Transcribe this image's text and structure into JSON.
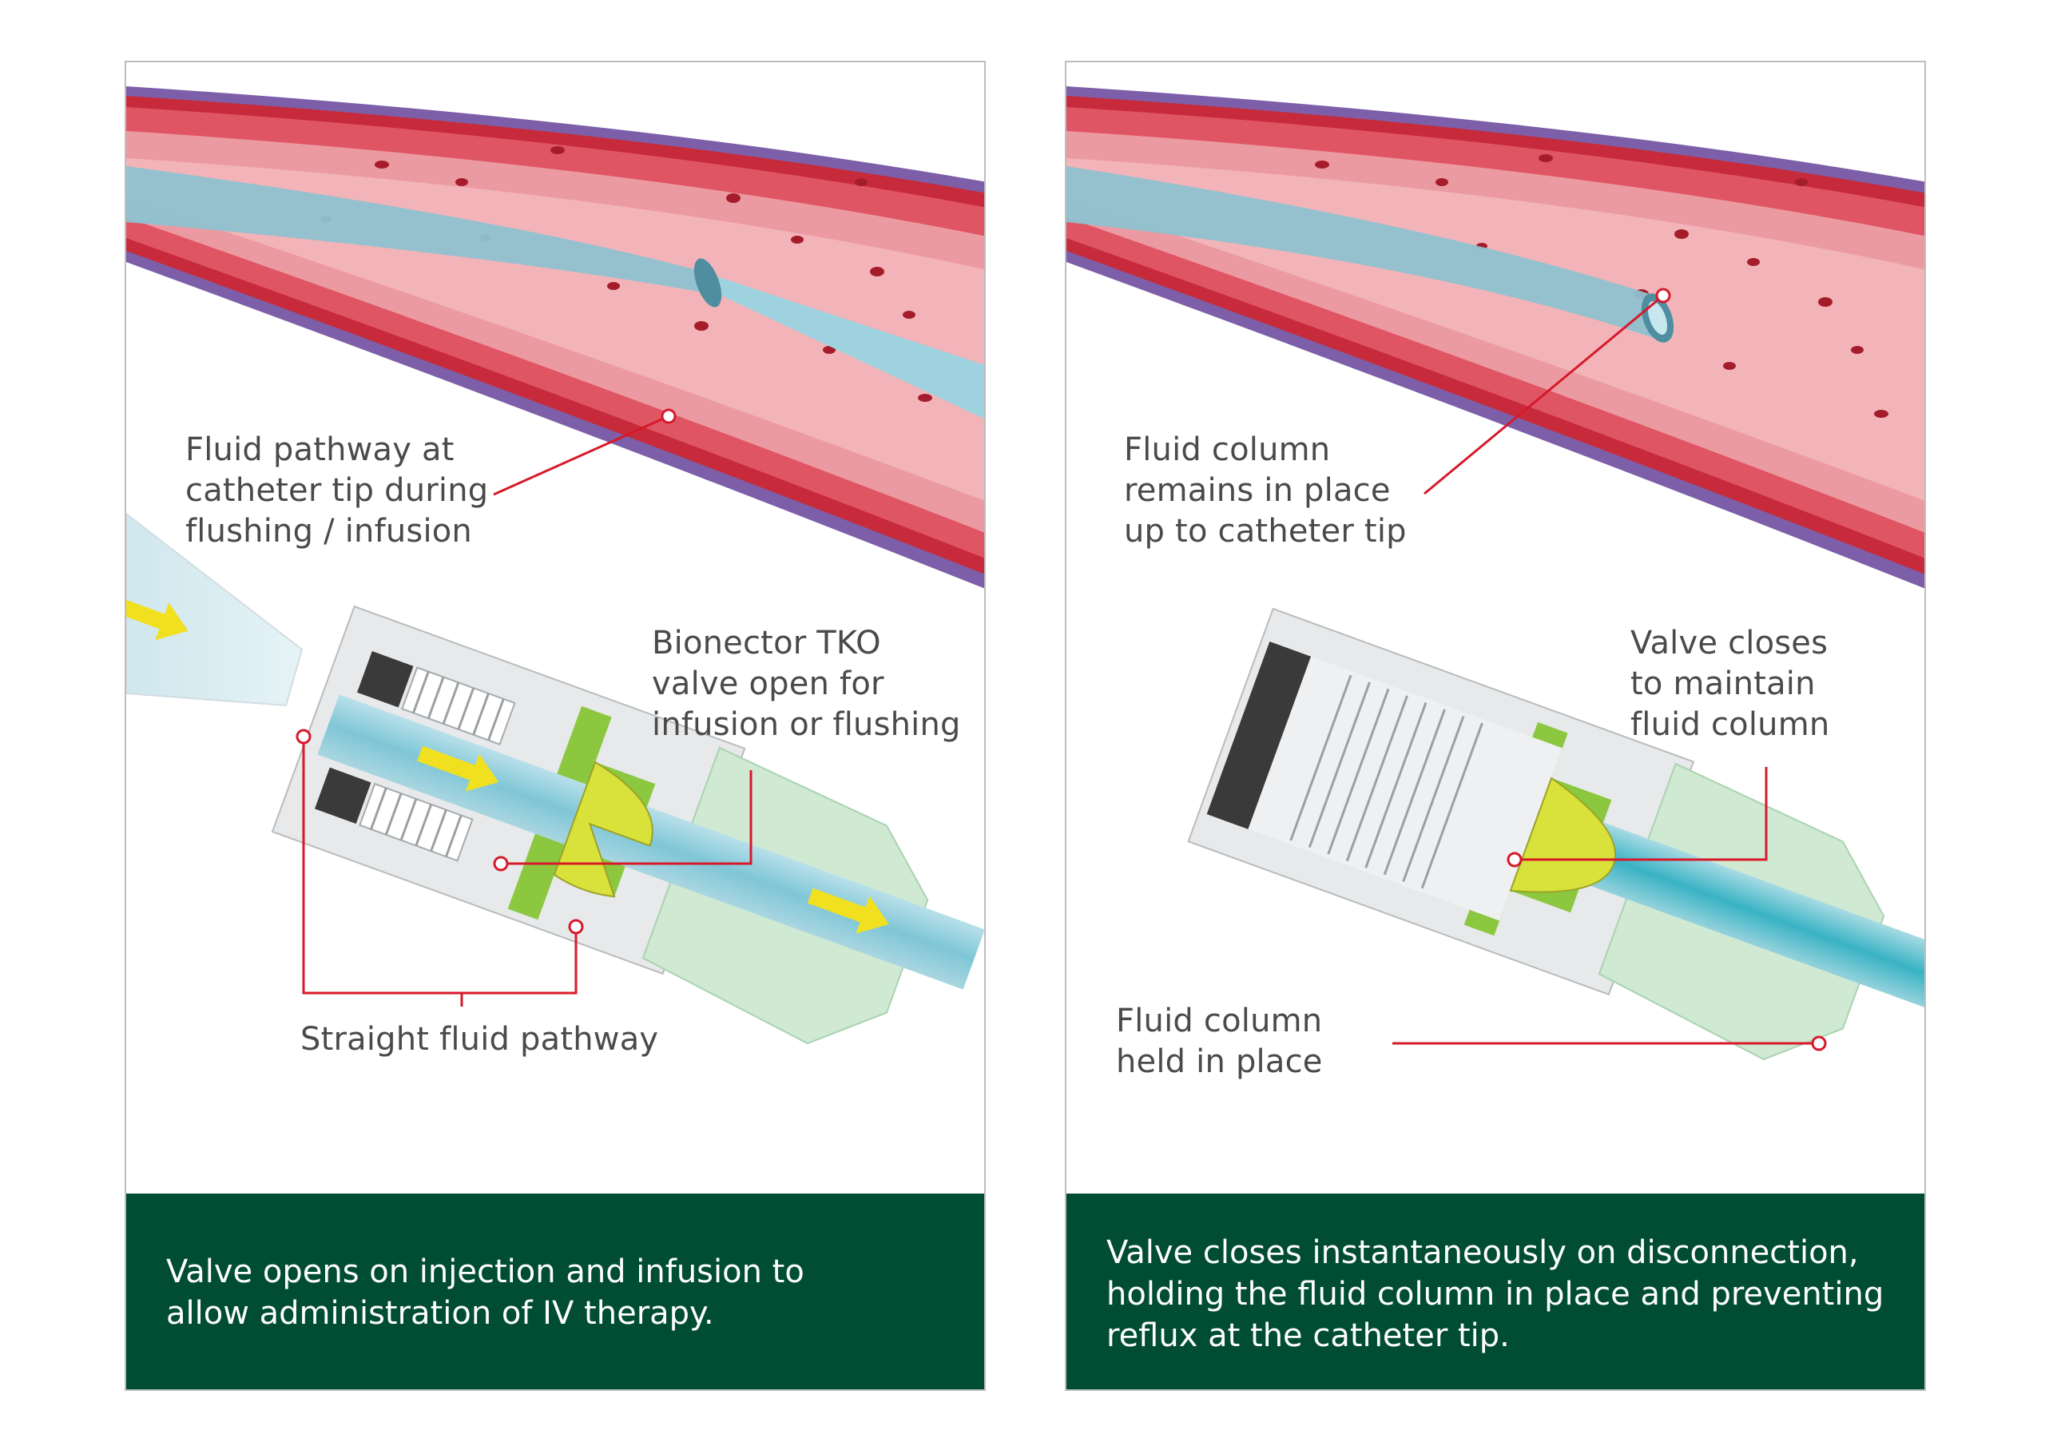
{
  "colors": {
    "leader_line": "#d7192a",
    "footer_bg": "#004d33",
    "vessel_outer": "#7c5fa8",
    "vessel_wall": "#d93a4a",
    "blood": "#e89aa0",
    "fluid": "#7fc6d6",
    "valve": "#d9e23a",
    "housing_green": "#8bc840",
    "arrow": "#f0e020"
  },
  "icons": {
    "flow_arrow": "arrow-right-icon",
    "callout_dot": "ring-dot-icon"
  },
  "left_panel": {
    "callouts": {
      "catheter_tip": "Fluid pathway at\ncatheter tip during\nflushing / infusion",
      "valve": "Bionector TKO\nvalve open for\ninfusion or flushing",
      "pathway": "Straight fluid pathway"
    },
    "caption": "Valve opens on injection and infusion to\nallow administration of IV therapy."
  },
  "right_panel": {
    "callouts": {
      "catheter_tip": "Fluid column\nremains in place\nup to catheter tip",
      "valve": "Valve closes\nto maintain\nfluid column",
      "held": "Fluid column\nheld in place"
    },
    "caption": "Valve closes instantaneously on disconnection,\nholding the fluid column in place and preventing\nreflux at the catheter tip."
  }
}
